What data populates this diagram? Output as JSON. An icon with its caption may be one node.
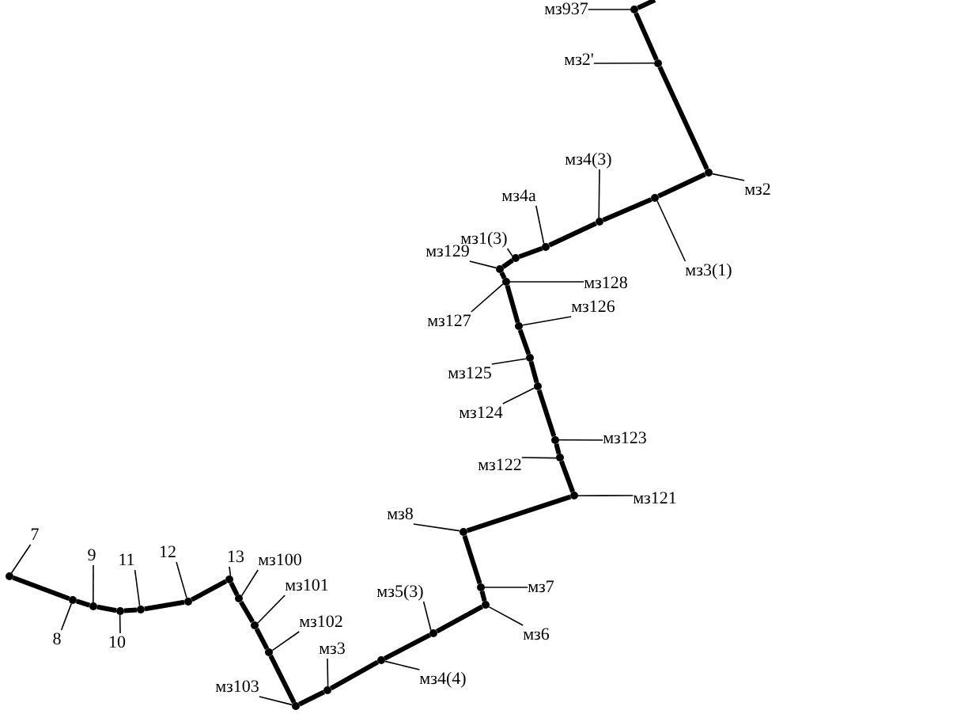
{
  "diagram": {
    "nodes": [
      {
        "text": [],
        "shape": "circle"
      },
      {
        "text": [
          "мз937"
        ]
      },
      {
        "text": [],
        "shape": "circle"
      },
      {
        "text": [
          "мз2'"
        ]
      },
      {
        "text": [],
        "shape": "circle"
      },
      {
        "text": [
          "мз2"
        ]
      },
      {
        "text": [],
        "shape": "circle"
      },
      {
        "text": [
          "мз3(1)"
        ]
      },
      {
        "text": [],
        "shape": "circle"
      },
      {
        "text": [
          "мз4(3)"
        ]
      },
      {
        "text": [],
        "shape": "circle"
      },
      {
        "text": [
          "мз4а"
        ]
      },
      {
        "text": [],
        "shape": "circle"
      },
      {
        "text": [
          "мз1(3)"
        ]
      },
      {
        "text": [],
        "shape": "circle"
      },
      {
        "text": [
          "мз129"
        ]
      },
      {
        "text": [],
        "shape": "circle"
      },
      {
        "text": [
          "мз128"
        ]
      },
      {
        "text": [
          "мз127"
        ]
      },
      {
        "text": [],
        "shape": "circle"
      },
      {
        "text": [
          "мз126"
        ]
      },
      {
        "text": [],
        "shape": "circle"
      },
      {
        "text": [
          "мз125"
        ]
      },
      {
        "text": [],
        "shape": "circle"
      },
      {
        "text": [
          "мз124"
        ]
      },
      {
        "text": [],
        "shape": "circle"
      },
      {
        "text": [
          "мз123"
        ]
      },
      {
        "text": [],
        "shape": "circle"
      },
      {
        "text": [
          "мз122"
        ]
      },
      {
        "text": [],
        "shape": "circle"
      },
      {
        "text": [
          "мз121"
        ]
      },
      {
        "text": [],
        "shape": "circle"
      },
      {
        "text": [
          "мз8"
        ]
      },
      {
        "text": [],
        "shape": "circle"
      },
      {
        "text": [
          "мз7"
        ]
      },
      {
        "text": [],
        "shape": "circle"
      },
      {
        "text": [
          "мз6"
        ]
      },
      {
        "text": [],
        "shape": "circle"
      },
      {
        "text": [
          "мз5(3)"
        ]
      },
      {
        "text": [],
        "shape": "circle"
      },
      {
        "text": [
          "мз4(4)"
        ]
      },
      {
        "text": [],
        "shape": "circle"
      },
      {
        "text": [
          "мз3"
        ]
      },
      {
        "text": [],
        "shape": "circle"
      },
      {
        "text": [
          "мз103"
        ]
      },
      {
        "text": [],
        "shape": "circle"
      },
      {
        "text": [
          "мз102"
        ]
      },
      {
        "text": [],
        "shape": "circle"
      },
      {
        "text": [
          "мз101"
        ]
      },
      {
        "text": [],
        "shape": "circle"
      },
      {
        "text": [
          "мз100"
        ]
      },
      {
        "text": [],
        "shape": "circle"
      },
      {
        "text": [
          "13"
        ]
      },
      {
        "text": [],
        "shape": "circle"
      },
      {
        "text": [
          "12"
        ]
      },
      {
        "text": [],
        "shape": "circle"
      },
      {
        "text": [
          "11"
        ]
      },
      {
        "text": [],
        "shape": "circle"
      },
      {
        "text": [
          "10"
        ]
      },
      {
        "text": [],
        "shape": "circle"
      },
      {
        "text": [
          "9"
        ]
      },
      {
        "text": [],
        "shape": "circle"
      },
      {
        "text": [
          "8"
        ]
      },
      {
        "text": [],
        "shape": "circle"
      },
      {
        "text": [
          "7"
        ]
      }
    ],
    "edges": [
      {
        "from": null,
        "to": 0,
        "arrow": "none",
        "style": "thick"
      },
      {
        "from": 0,
        "to": 2,
        "arrow": "none",
        "style": "thick"
      },
      {
        "from": 2,
        "to": 4,
        "arrow": "none",
        "style": "thick"
      },
      {
        "from": 4,
        "to": 6,
        "arrow": "none",
        "style": "thick"
      },
      {
        "from": 6,
        "to": 8,
        "arrow": "none",
        "style": "thick"
      },
      {
        "from": 8,
        "to": 10,
        "arrow": "none",
        "style": "thick"
      },
      {
        "from": 10,
        "to": 12,
        "arrow": "none",
        "style": "thick"
      },
      {
        "from": 12,
        "to": 14,
        "arrow": "none",
        "style": "thick"
      },
      {
        "from": 14,
        "to": 16,
        "arrow": "none",
        "style": "thick"
      },
      {
        "from": 16,
        "to": 19,
        "arrow": "none",
        "style": "thick"
      },
      {
        "from": 19,
        "to": 21,
        "arrow": "none",
        "style": "thick"
      },
      {
        "from": 21,
        "to": 23,
        "arrow": "none",
        "style": "thick"
      },
      {
        "from": 23,
        "to": 25,
        "arrow": "none",
        "style": "thick"
      },
      {
        "from": 25,
        "to": 27,
        "arrow": "none",
        "style": "thick"
      },
      {
        "from": 27,
        "to": 29,
        "arrow": "none",
        "style": "thick"
      },
      {
        "from": 29,
        "to": 31,
        "arrow": "none",
        "style": "thick"
      },
      {
        "from": 31,
        "to": 33,
        "arrow": "none",
        "style": "thick"
      },
      {
        "from": 33,
        "to": 35,
        "arrow": "none",
        "style": "thick"
      },
      {
        "from": 35,
        "to": 37,
        "arrow": "none",
        "style": "thick"
      },
      {
        "from": 37,
        "to": 39,
        "arrow": "none",
        "style": "thick"
      },
      {
        "from": 39,
        "to": 41,
        "arrow": "none",
        "style": "thick"
      },
      {
        "from": 41,
        "to": 43,
        "arrow": "none",
        "style": "thick"
      },
      {
        "from": 43,
        "to": 45,
        "arrow": "none",
        "style": "thick"
      },
      {
        "from": 45,
        "to": 47,
        "arrow": "none",
        "style": "thick"
      },
      {
        "from": 47,
        "to": 49,
        "arrow": "none",
        "style": "thick"
      },
      {
        "from": 49,
        "to": 51,
        "arrow": "none",
        "style": "thick"
      },
      {
        "from": 51,
        "to": 53,
        "arrow": "none",
        "style": "thick"
      },
      {
        "from": 53,
        "to": 55,
        "arrow": "none",
        "style": "thick"
      },
      {
        "from": 55,
        "to": 57,
        "arrow": "none",
        "style": "thick"
      },
      {
        "from": 57,
        "to": 59,
        "arrow": "none",
        "style": "thick"
      },
      {
        "from": 59,
        "to": 61,
        "arrow": "none",
        "style": "thick"
      },
      {
        "from": 61,
        "to": 63,
        "arrow": "none",
        "style": "thick"
      },
      {
        "from": 1,
        "to": 0,
        "arrow": "none"
      },
      {
        "from": 3,
        "to": 2,
        "arrow": "none"
      },
      {
        "from": 5,
        "to": 4,
        "arrow": "none"
      },
      {
        "from": 7,
        "to": 6,
        "arrow": "none"
      },
      {
        "from": 9,
        "to": 8,
        "arrow": "none"
      },
      {
        "from": 11,
        "to": 10,
        "arrow": "none"
      },
      {
        "from": 13,
        "to": 12,
        "arrow": "none"
      },
      {
        "from": 15,
        "to": 14,
        "arrow": "none"
      },
      {
        "from": 17,
        "to": 16,
        "arrow": "none"
      },
      {
        "from": 18,
        "to": 16,
        "arrow": "none"
      },
      {
        "from": 20,
        "to": 19,
        "arrow": "none"
      },
      {
        "from": 22,
        "to": 21,
        "arrow": "none"
      },
      {
        "from": 24,
        "to": 23,
        "arrow": "none"
      },
      {
        "from": 26,
        "to": 25,
        "arrow": "none"
      },
      {
        "from": 28,
        "to": 27,
        "arrow": "none"
      },
      {
        "from": 30,
        "to": 29,
        "arrow": "none"
      },
      {
        "from": 32,
        "to": 31,
        "arrow": "none"
      },
      {
        "from": 34,
        "to": 33,
        "arrow": "none"
      },
      {
        "from": 36,
        "to": 35,
        "arrow": "none"
      },
      {
        "from": 38,
        "to": 37,
        "arrow": "none"
      },
      {
        "from": 40,
        "to": 39,
        "arrow": "none"
      },
      {
        "from": 42,
        "to": 41,
        "arrow": "none"
      },
      {
        "from": 44,
        "to": 43,
        "arrow": "none"
      },
      {
        "from": 46,
        "to": 45,
        "arrow": "none"
      },
      {
        "from": 48,
        "to": 47,
        "arrow": "none"
      },
      {
        "from": 50,
        "to": 49,
        "arrow": "none"
      },
      {
        "from": 52,
        "to": 51,
        "arrow": "none"
      },
      {
        "from": 54,
        "to": 53,
        "arrow": "none"
      },
      {
        "from": 56,
        "to": 55,
        "arrow": "none"
      },
      {
        "from": 58,
        "to": 57,
        "arrow": "none"
      },
      {
        "from": 60,
        "to": 59,
        "arrow": "none"
      },
      {
        "from": 62,
        "to": 61,
        "arrow": "none"
      },
      {
        "from": 64,
        "to": 63,
        "arrow": "none"
      }
    ]
  }
}
